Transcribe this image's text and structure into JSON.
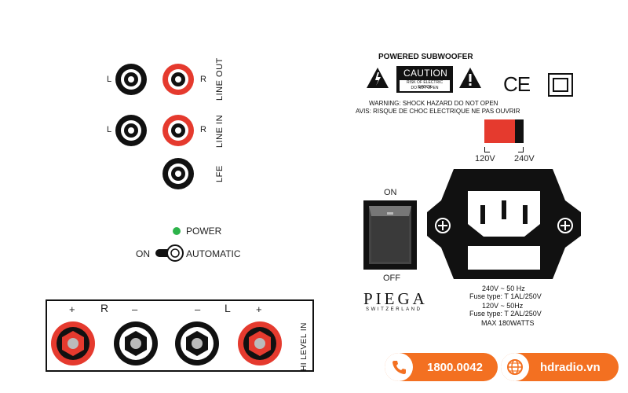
{
  "line_out": {
    "label": "LINE OUT",
    "left": "L",
    "right": "R"
  },
  "line_in": {
    "label": "LINE IN",
    "left": "L",
    "right": "R"
  },
  "lfe": {
    "label": "LFE"
  },
  "power": {
    "label": "POWER",
    "led_color": "#2db34a"
  },
  "mode_switch": {
    "left_label": "ON",
    "right_label": "AUTOMATIC"
  },
  "hi_level": {
    "label": "HI LEVEL IN",
    "plus_r": "+",
    "r": "R",
    "minus_r": "–",
    "minus_l": "–",
    "l": "L",
    "plus_l": "+"
  },
  "warning": {
    "title": "POWERED SUBWOOFER",
    "caution": "CAUTION",
    "risk_line1": "RISK OF ELECTRIC SHOCK",
    "risk_line2": "DO NOT OPEN",
    "line1": "WARNING: SHOCK HAZARD DO NOT OPEN",
    "line2": "AVIS: RISQUE DE CHOC ELECTRIQUE NE PAS OUVRIR",
    "ce": "CE"
  },
  "voltage": {
    "left": "120V",
    "right": "240V",
    "selector_color": "#e53a2e"
  },
  "power_switch": {
    "on": "ON",
    "off": "OFF"
  },
  "brand": {
    "name": "PIEGA",
    "sub": "SWITZERLAND"
  },
  "fuse": {
    "l1": "240V ~ 50 Hz",
    "l2": "Fuse type: T 1AL/250V",
    "l3": "120V ~ 50Hz",
    "l4": "Fuse type: T 2AL/250V",
    "l5": "MAX 180WATTS"
  },
  "contact": {
    "phone": "1800.0042",
    "site": "hdradio.vn",
    "accent": "#f37021"
  }
}
